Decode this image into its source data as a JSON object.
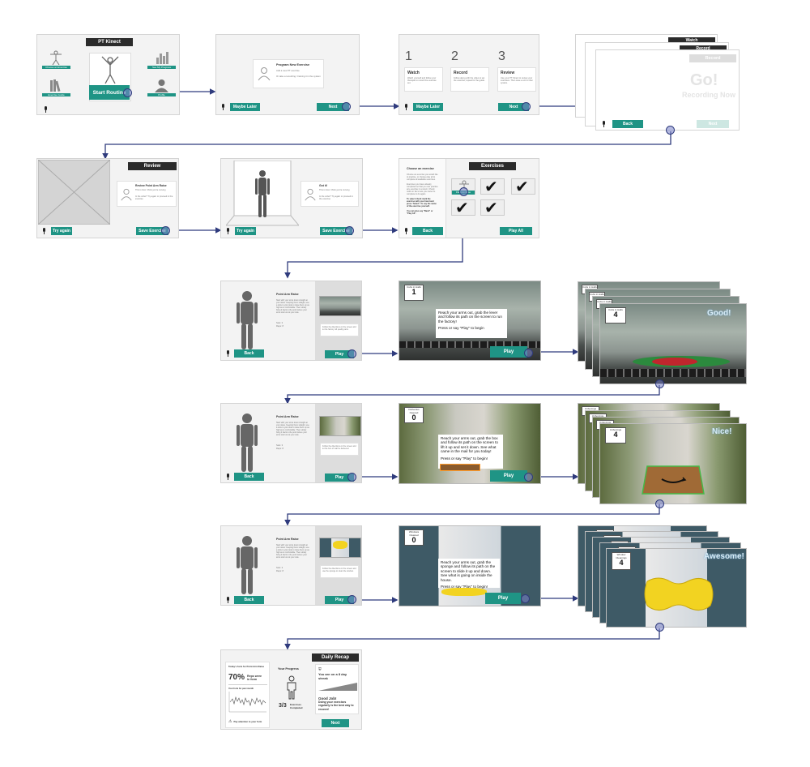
{
  "app": {
    "title": "PT Kinect"
  },
  "home": {
    "tiles": [
      "Choose an Exercise",
      "Exercise Guide",
      "See My Progress",
      "Profile"
    ],
    "start_button": "Start Routine"
  },
  "new_exercise": {
    "card_title": "Program New Exercise",
    "card_line1": "Add a new PT exercise",
    "card_line2": "Or take a recording / training it in the system",
    "maybe_later": "Maybe Later",
    "next": "Next"
  },
  "steps": [
    {
      "num": "1",
      "title": "Watch",
      "text": "Watch yourself and follow your therapist to record the exercise set."
    },
    {
      "num": "2",
      "title": "Record",
      "text": "Follow along with the video to set the exercise; repeat for the guide."
    },
    {
      "num": "3",
      "title": "Review",
      "text": "Use your PT Kinect to review your exercises. Then save a unit to that system."
    }
  ],
  "recording": {
    "stack_labels": [
      "Watch",
      "Record",
      "Record"
    ],
    "go": "Go!",
    "recording_now": "Recording Now",
    "back": "Back",
    "next": "Next"
  },
  "review": {
    "header": "Review",
    "card_title": "Review Point Arm Raise",
    "card_line1": "This is how I think you're moving",
    "card_line2": "In the order? Try again or proceed in the exercise",
    "try_again": "Try again",
    "save": "Save Exercise"
  },
  "gotit": {
    "card_title": "Got it!",
    "card_line1": "This is how I think you're moving",
    "card_line2": "In the order? Try again or proceed in the exercise",
    "try_again": "Try again",
    "save": "Save Exercise"
  },
  "exercises": {
    "header": "Exercises",
    "left_title": "Choose an exercise",
    "left_text1": "Choose an exercise you would like to practice, or choose play all to complete all available exercises.",
    "left_text2": "Exercises you have already completed so that you can practice any exercise in a return. Check mark on tile to lets you know it's complete to do again.",
    "left_text3": "To select check mark the exercise with your hand and press 'Select'. To say the name of the exercise yourself.",
    "left_text4": "You can also say \"Back\" or \"Play All\".",
    "tile_label": "Point Arm Raise",
    "back": "Back",
    "play_all": "Play All"
  },
  "intro": {
    "title": "Point Arm Raise",
    "text": "Start with your arms down straight at your sides. Keeping them straight, use a slow to your side to raise them up as high as is comfortable. Then slowly bring it back to the point where your arms start out at your side.",
    "sets": "Sets: 3",
    "reps": "Reps: 8",
    "card_text": "Follow the directions on the screen and let the factory roll quality parts.",
    "back": "Back",
    "play": "Play"
  },
  "intro2_card": "Follow the directions on the screen and let the box of mail be delivered.",
  "intro3_card": "Follow the directions on the screen and use the sponge to clean the window.",
  "games": [
    {
      "counter_label": "Cubs in Halls",
      "counter_value": "1",
      "prompt1": "Reach your arms out, grab the lever and follow its path on the screen to run the factory!",
      "prompt2": "Press or say \"Play\" to begin",
      "play": "Play",
      "result_counter_label": "Cubs in Halls",
      "result_value": "4",
      "praise": "Good!"
    },
    {
      "counter_label": "Deliveries Opened",
      "counter_value": "0",
      "prompt1": "Reach your arms out, grab the box and follow its path on the screen to lift it up and set it down. See what came in the mail for you today!",
      "prompt2": "Press or say \"Play\" to begin!",
      "play": "Play",
      "result_counter_label": "Unboxings",
      "result_value": "4",
      "praise": "Nice!"
    },
    {
      "counter_label": "Windows Cleaned",
      "counter_value": "0",
      "prompt1": "Reach your arms out, grab the sponge and follow its path on the screen to slide it up and down. See what is going on inside the house.",
      "prompt2": "Press or say \"Play\" to begin!",
      "play": "Play",
      "result_counter_label": "Window Cleanings",
      "result_value": "4",
      "praise": "Awesome!"
    }
  ],
  "recap": {
    "header": "Daily Recap",
    "form_title": "Today's form for Point Arm Raise",
    "form_percent": "70%",
    "form_text": "Reps were in form",
    "trend_title": "Your form for past month",
    "attention": "Pay attention to your form",
    "progress_title": "Your Progress",
    "completed": "3/3",
    "completed_text": "Exercises Completed",
    "streak": "You are on a 8 day streak",
    "good_job": "Good Job!",
    "good_job_text": "Doing your exercises regularly is the best way to recover!",
    "next": "Next"
  },
  "colors": {
    "accent": "#1f9485",
    "header": "#2b2b2b",
    "arrow": "#2f3b7d"
  }
}
